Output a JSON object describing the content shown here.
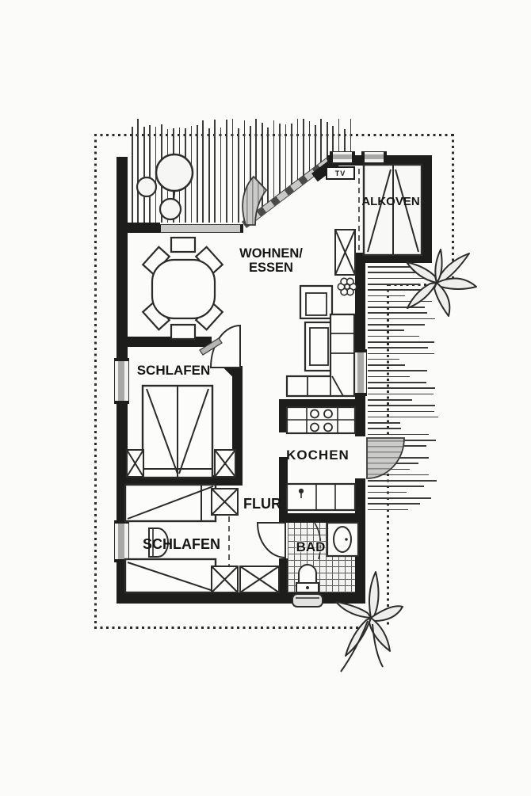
{
  "plan": {
    "labels": {
      "alkoven": "ALKOVEN",
      "wohnen_line1": "WOHNEN/",
      "wohnen_line2": "ESSEN",
      "schlafen_top": "SCHLAFEN",
      "schlafen_bottom": "SCHLAFEN",
      "kochen": "KOCHEN",
      "flur": "FLUR",
      "bad": "BAD",
      "tv": "TV"
    },
    "colors": {
      "wall": "#1d1d1b",
      "line": "#2b2b29",
      "hatch": "#3b3b39",
      "grey_fill": "#c9c9c7",
      "paper": "#fbfbfa"
    },
    "icons": {
      "tree": "tree-icon",
      "shrub": "shrub-icon",
      "flower_large": "flower-icon",
      "flower_small": "potted-plant-icon",
      "dining_table": "dining-table-icon",
      "chair": "chair-icon",
      "armchair": "armchair-icon",
      "sofa": "corner-sofa-icon",
      "double_bed": "double-bed-icon",
      "single_bed": "single-bed-icon",
      "alcove_bed": "alcove-bed-icon",
      "wardrobe": "wardrobe-icon",
      "stove": "stove-icon",
      "kitchen_sink": "kitchen-sink-icon",
      "washbasin": "washbasin-icon",
      "toilet": "toilet-icon",
      "shower_curtain": "shower-curtain-icon",
      "door_swing": "door-swing-icon",
      "window": "window-icon",
      "boundary": "property-boundary-dotted-line"
    }
  }
}
